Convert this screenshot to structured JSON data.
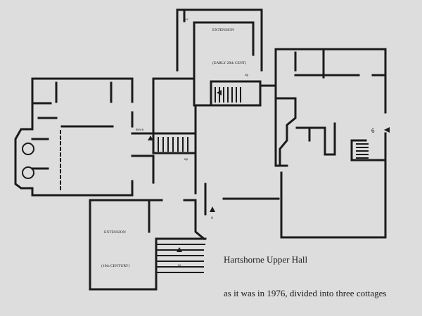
{
  "caption": {
    "title": "Hartshorne Upper Hall",
    "subtitle": "as it was in 1976, divided into three cottages"
  },
  "labels": {
    "wc": "wc",
    "extension_top": "EXTENSION",
    "early_20th": "(EARLY 20th CENT)",
    "up_top": "up",
    "down": "down",
    "up_mid": "up",
    "extension_bottom": "EXTENSION",
    "century_19th": "(19th CENTURY)",
    "stair_number": "16",
    "marker_8": "8",
    "marker_6": "6"
  }
}
